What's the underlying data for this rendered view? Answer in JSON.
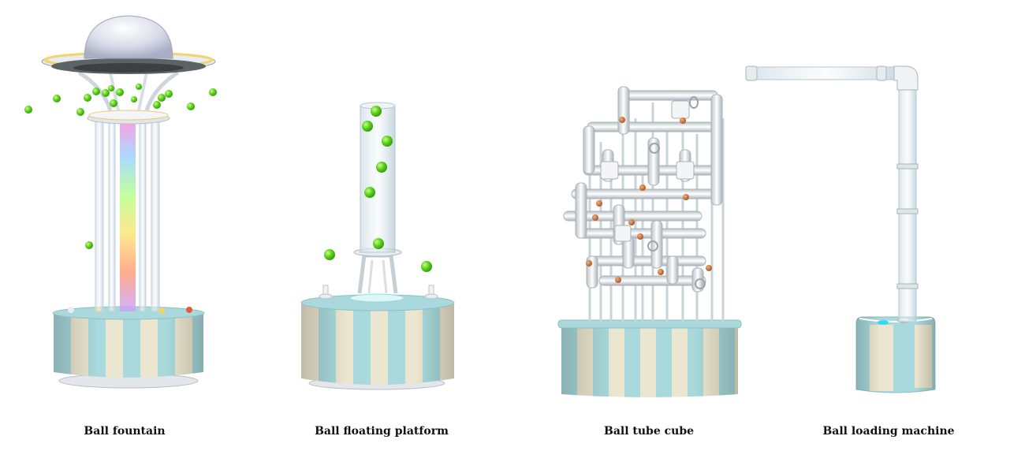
{
  "products": [
    {
      "key": "fountain",
      "caption": "Ball fountain"
    },
    {
      "key": "floating",
      "caption": "Ball floating platform"
    },
    {
      "key": "tube_cube",
      "caption": "Ball tube cube"
    },
    {
      "key": "loading",
      "caption": "Ball loading machine"
    }
  ],
  "colors": {
    "stripe_teal": "#a9d9dc",
    "stripe_cream": "#ebe6cf",
    "ball_green": "#5fd21c",
    "ball_orange": "#c8733a",
    "tube": "#e6eff3",
    "pipe": "#eef1f2"
  }
}
